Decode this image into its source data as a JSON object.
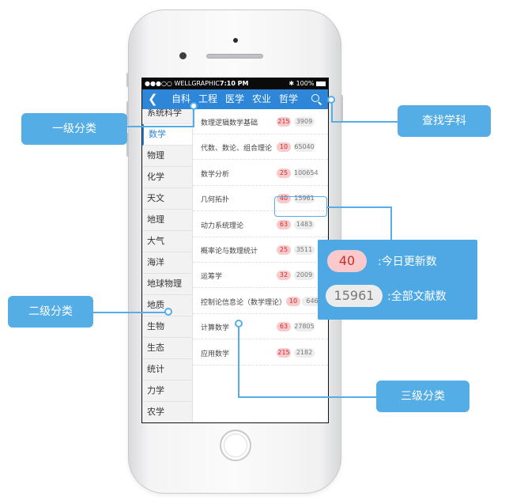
{
  "status_bar": {
    "carrier": "●●●○○ WELLGRAPHIC",
    "time": "7:10 PM",
    "battery": "100%"
  },
  "header": {
    "back_icon": "chevron-left-icon",
    "tabs": [
      {
        "label": "自科"
      },
      {
        "label": "工程"
      },
      {
        "label": "医学"
      },
      {
        "label": "农业"
      },
      {
        "label": "哲学"
      }
    ],
    "search_icon": "search-icon"
  },
  "sidebar": {
    "items": [
      {
        "label": "系统科学"
      },
      {
        "label": "数学"
      },
      {
        "label": "物理"
      },
      {
        "label": "化学"
      },
      {
        "label": "天文"
      },
      {
        "label": "地理"
      },
      {
        "label": "大气"
      },
      {
        "label": "海洋"
      },
      {
        "label": "地球物理"
      },
      {
        "label": "地质"
      },
      {
        "label": "生物"
      },
      {
        "label": "生态"
      },
      {
        "label": "统计"
      },
      {
        "label": "力学"
      },
      {
        "label": "农学"
      }
    ],
    "active_index": 1
  },
  "subjects": [
    {
      "name": "数理逻辑数学基础",
      "today": "215",
      "total": "3909"
    },
    {
      "name": "代数、数论、组合理论",
      "today": "10",
      "total": "65040"
    },
    {
      "name": "数学分析",
      "today": "25",
      "total": "100654"
    },
    {
      "name": "几何拓扑",
      "today": "40",
      "total": "15961"
    },
    {
      "name": "动力系统理论",
      "today": "63",
      "total": "1483"
    },
    {
      "name": "概率论与数理统计",
      "today": "25",
      "total": "3511"
    },
    {
      "name": "运筹学",
      "today": "32",
      "total": "2009"
    },
    {
      "name": "控制论信息论（数学理论）",
      "today": "10",
      "total": "646"
    },
    {
      "name": "计算数学",
      "today": "63",
      "total": "27805"
    },
    {
      "name": "应用数学",
      "today": "215",
      "total": "2182"
    }
  ],
  "callouts": {
    "level1": "一级分类",
    "level2": "二级分类",
    "level3": "三级分类",
    "search": "查找学科"
  },
  "legend": {
    "today_sample": "40",
    "today_label": ":今日更新数",
    "total_sample": "15961",
    "total_label": ":全部文献数"
  },
  "colors": {
    "accent": "#2e86d9",
    "callout": "#55ade6",
    "today_badge": "#f9c9cb",
    "total_badge": "#ededed"
  }
}
